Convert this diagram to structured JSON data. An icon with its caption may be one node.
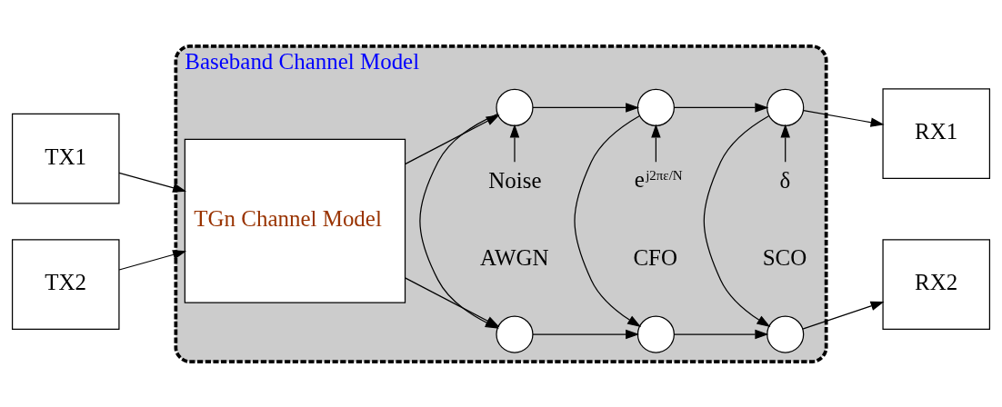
{
  "diagram": {
    "nodes": [
      {
        "text": [
          "Baseband Channel Model"
        ]
      },
      {
        "text": [
          "TX1"
        ]
      },
      {
        "text": [
          "TX2"
        ]
      },
      {
        "text": [
          "TGn Channel Model"
        ],
        "in": 0
      },
      {
        "text": [
          "Noise"
        ],
        "in": 0
      },
      {
        "text": [
          "e$^{j2πε/N}$"
        ],
        "in": 0
      },
      {
        "text": [
          "δ"
        ],
        "in": 0
      },
      {
        "text": [],
        "shape": "circle",
        "in": 0
      },
      {
        "text": [],
        "shape": "circle",
        "in": 0
      },
      {
        "text": [],
        "shape": "circle",
        "in": 0
      },
      {
        "text": [],
        "shape": "circle",
        "in": 0
      },
      {
        "text": [],
        "shape": "circle",
        "in": 0
      },
      {
        "text": [],
        "shape": "circle",
        "in": 0
      },
      {
        "text": [
          "RX1"
        ]
      },
      {
        "text": [
          "RX2"
        ]
      }
    ],
    "edges": [
      {
        "from": 1,
        "to": 3,
        "arrow": "to"
      },
      {
        "from": 2,
        "to": 3,
        "arrow": "to"
      },
      {
        "from": 3,
        "to": 7,
        "arrow": "to"
      },
      {
        "from": 3,
        "to": 10,
        "arrow": "to"
      },
      {
        "from": 4,
        "to": 7,
        "arrow": "to"
      },
      {
        "from": 7,
        "to": 10,
        "arrow": "to"
      },
      {
        "from": 5,
        "to": 8,
        "arrow": "to"
      },
      {
        "from": 8,
        "to": 11,
        "arrow": "to"
      },
      {
        "from": 6,
        "to": 9,
        "arrow": "to"
      },
      {
        "from": 9,
        "to": 12,
        "arrow": "to"
      },
      {
        "from": 7,
        "to": 8,
        "arrow": "to"
      },
      {
        "from": 8,
        "to": 9,
        "arrow": "to"
      },
      {
        "from": 10,
        "to": 11,
        "arrow": "to"
      },
      {
        "from": 11,
        "to": 12,
        "arrow": "to"
      },
      {
        "from": 9,
        "to": 13,
        "arrow": "to"
      },
      {
        "from": 12,
        "to": 14,
        "arrow": "to"
      }
    ],
    "labels": [
      "AWGN",
      "CFO",
      "SCO"
    ]
  }
}
